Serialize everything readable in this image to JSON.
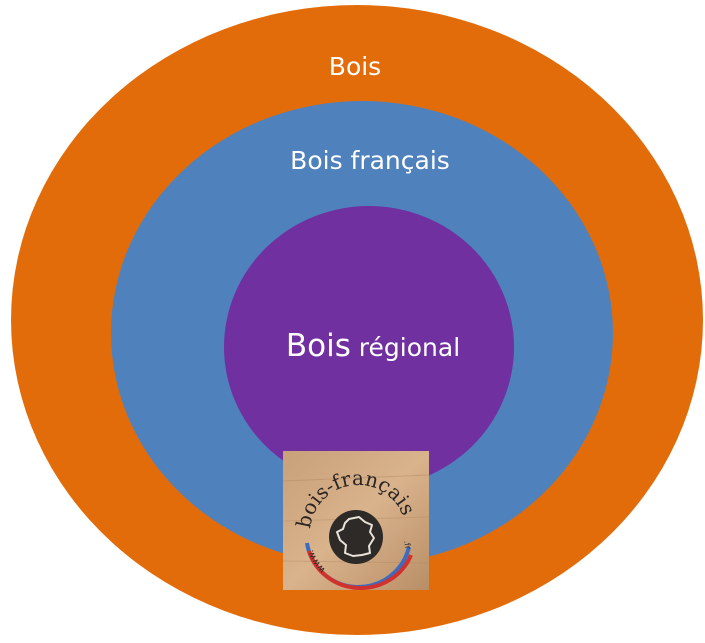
{
  "colors": {
    "outer": "#E36C0A",
    "middle": "#4F81BD",
    "inner": "#7030A0",
    "background": "#FFFFFF"
  },
  "diagram": {
    "outer": {
      "label": "Bois"
    },
    "middle": {
      "label": "Bois français"
    },
    "inner": {
      "label_main": "Bois",
      "label_rest": " régional"
    }
  },
  "logo": {
    "text": "bois-français",
    "tld": ".fr",
    "prefix": "www."
  }
}
